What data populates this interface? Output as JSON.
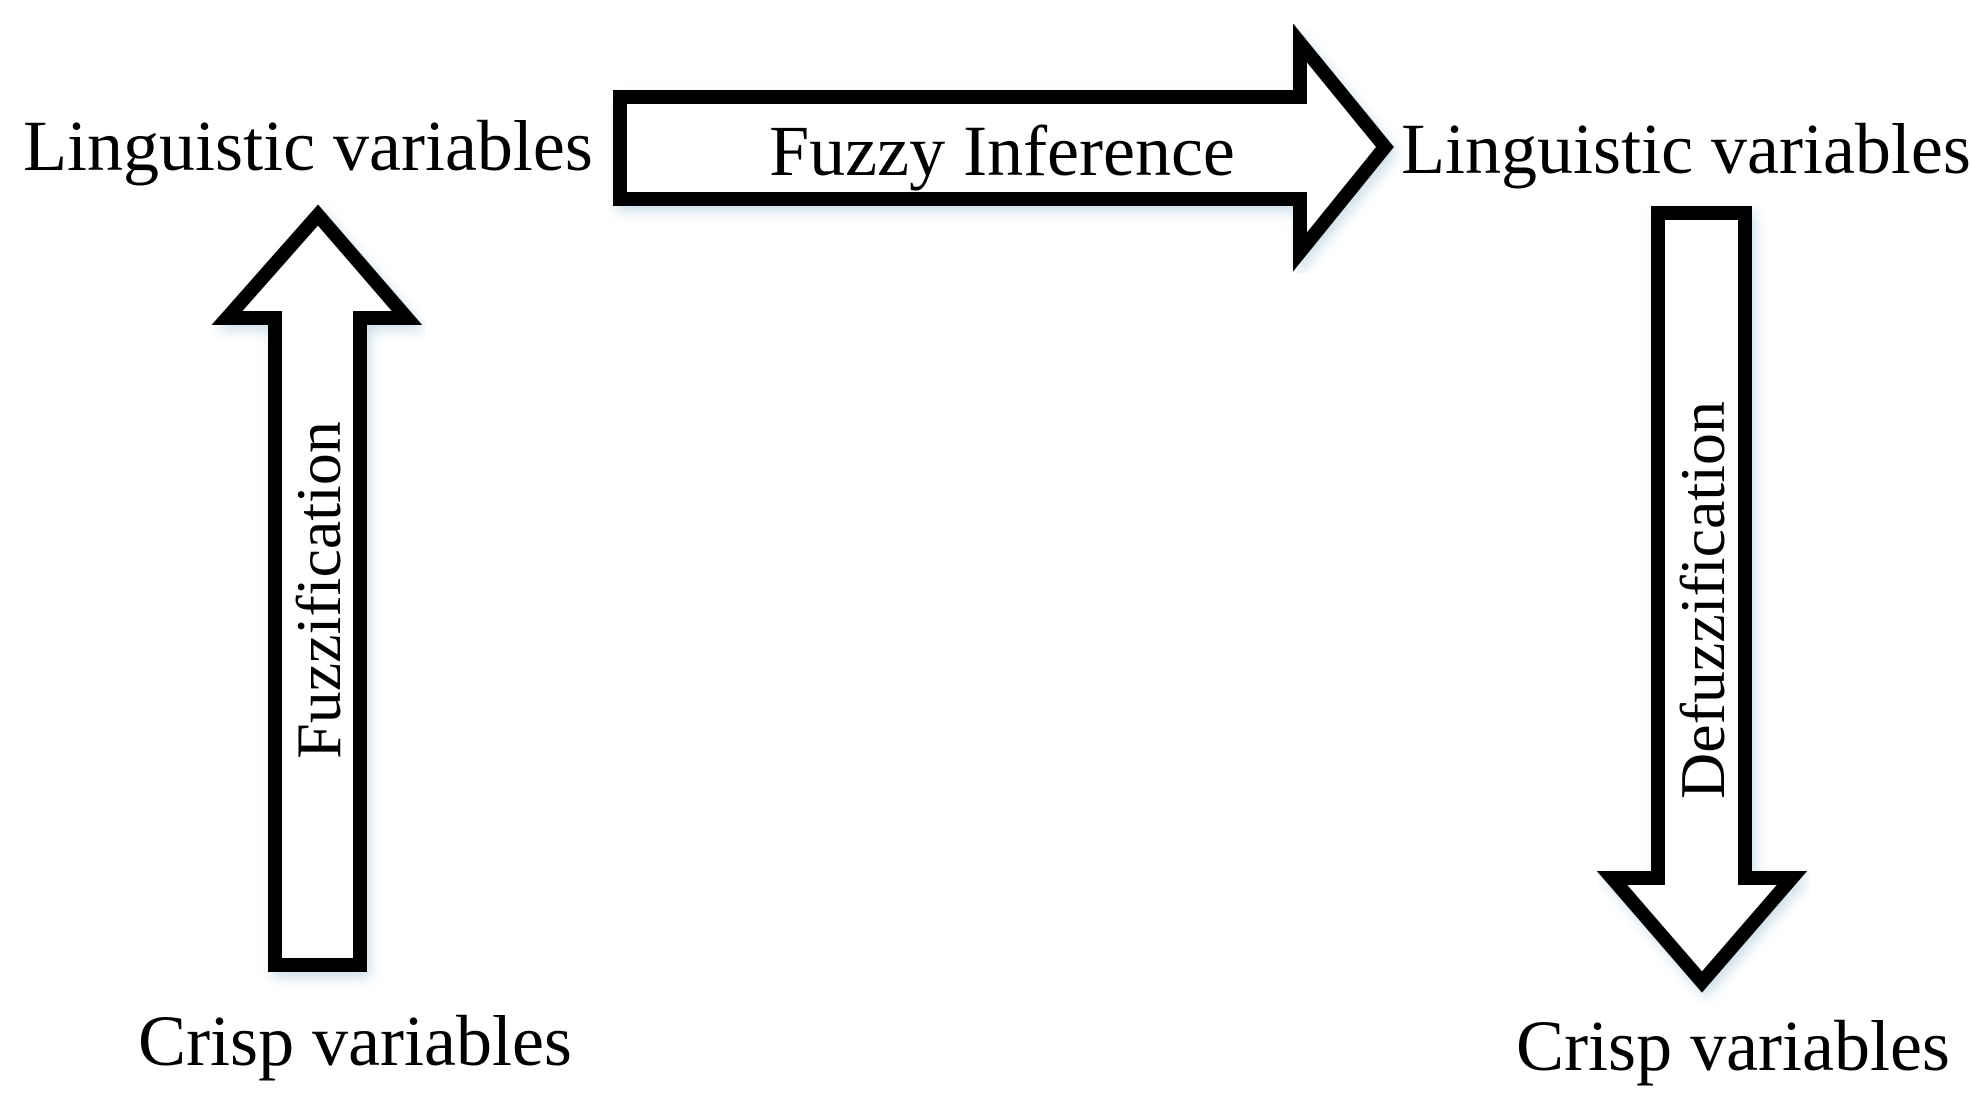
{
  "nodes": {
    "input_linguistic": "Linguistic variables",
    "output_linguistic": "Linguistic variables",
    "input_crisp": "Crisp variables",
    "output_crisp": "Crisp variables"
  },
  "arrows": {
    "fuzzification": "Fuzzification",
    "fuzzy_inference": "Fuzzy Inference",
    "defuzzification": "Defuzzification"
  }
}
